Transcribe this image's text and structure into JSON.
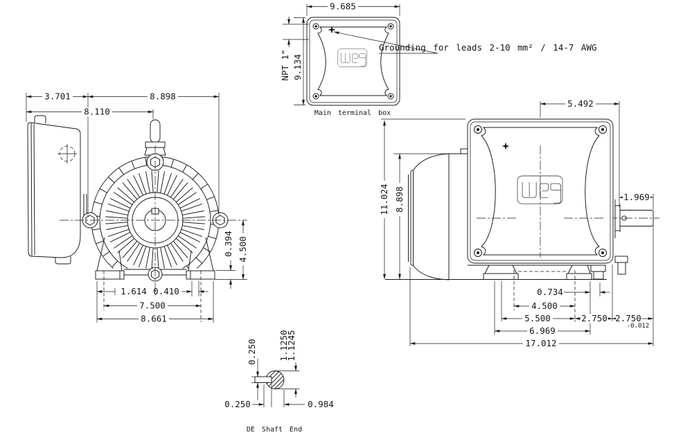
{
  "colors": {
    "line": "#161616",
    "background": "#ffffff"
  },
  "icons": {
    "weg_logo": "WEG",
    "grounding_mark": "4-point-star",
    "crosshair_mark": "center-target"
  },
  "terminal_box_view": {
    "caption": "Main terminal box",
    "dims": {
      "width": "9.685",
      "height": "9.134",
      "conduit": "NPT 1\""
    },
    "note": "Grounding for leads 2-10 mm² / 14-7 AWG"
  },
  "front_view": {
    "dims": {
      "box_depth": "3.701",
      "body_width": "8.898",
      "box_to_shaft_center": "8.110",
      "pad_thickness": "0.394",
      "centerline_height": "4.500",
      "edge_to_slot": "1.614",
      "slot_width": "0.410",
      "bolt_hole_span": "7.500",
      "overall_width": "8.661"
    }
  },
  "side_view": {
    "dims": {
      "box_center_to_face": "5.492",
      "overall_height": "11.024",
      "body_height": "8.898",
      "shaft_extension": "1.969",
      "slot_length": "0.734",
      "bolt_hole_span": "4.500",
      "foot_span": "5.500",
      "hole_to_face": "2.750",
      "shoulder": "2.750",
      "shoulder_tolerance": "-0.012",
      "foot_to_face": "6.969",
      "overall_length": "17.012"
    }
  },
  "shaft_detail": {
    "caption": "DE Shaft End",
    "dims": {
      "key_depth": "0.250",
      "dia_upper": "1.1250",
      "dia_lower": "1.1245",
      "key_width": "0.250",
      "flat_length": "0.984"
    }
  }
}
